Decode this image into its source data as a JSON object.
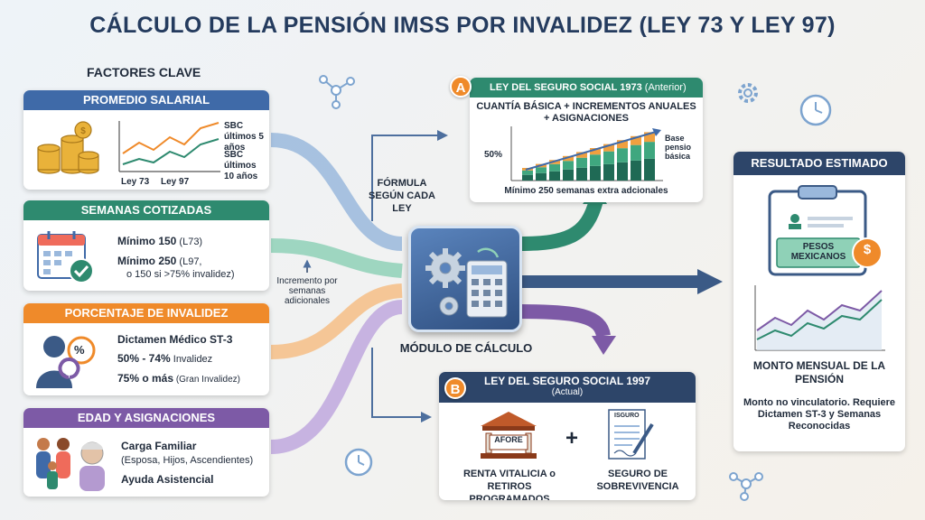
{
  "title": "CÁLCULO DE LA PENSIÓN IMSS POR INVALIDEZ (LEY 73 Y LEY 97)",
  "factores_label": "FACTORES CLAVE",
  "promedio": {
    "header": "PROMEDIO SALARIAL",
    "legend1": "SBC últimos 5 años",
    "legend2": "SBC últimos 10 años",
    "axis_l73": "Ley 73",
    "axis_l97": "Ley 97"
  },
  "semanas": {
    "header": "SEMANAS COTIZADAS",
    "line1_bold": "Mínimo 150",
    "line1_rest": " (L73)",
    "line2_bold": "Mínimo 250",
    "line2_rest": " (L97,",
    "line3": "o 150 si >75% invalidez)"
  },
  "porcentaje": {
    "header": "PORCENTAJE DE INVALIDEZ",
    "line1": "Dictamen Médico ST-3",
    "line2_bold": "50% - 74%",
    "line2_rest": " Invalidez",
    "line3_bold": "75% o más",
    "line3_rest": " (Gran Invalidez)",
    "icon_symbol": "%"
  },
  "edad": {
    "header": "EDAD Y ASIGNACIONES",
    "line1": "Carga Familiar",
    "line2": "(Esposa, Hijos, Ascendientes)",
    "line3": "Ayuda Asistencial"
  },
  "center": {
    "formula": "FÓRMULA SEGÚN CADA LEY",
    "incremento": "Incremento por semanas adicionales",
    "modulo": "MÓDULO DE CÁLCULO"
  },
  "ley73": {
    "badge": "A",
    "header_main": "LEY DEL SEGURO SOCIAL 1973",
    "header_sub": " (Anterior)",
    "subtitle1": "CUANTÍA BÁSICA + INCREMENTOS ANUALES",
    "subtitle2": "+ ASIGNACIONES",
    "pct": "50%",
    "base_label": "Base pensio básica",
    "minimo": "Mínimo 250 semanas extra adcionales"
  },
  "ley97": {
    "badge": "B",
    "header_main": "LEY DEL SEGURO SOCIAL 1997",
    "header_sub": "(Actual)",
    "afore": "AFORE",
    "plus": "+",
    "doc_label": "ISGURO",
    "left_caption": "RENTA VITALICIA o RETIROS PROGRAMADOS",
    "right_caption": "SEGURO DE SOBREVIVENCIA"
  },
  "resultado": {
    "header": "RESULTADO ESTIMADO",
    "pesos": "PESOS MEXICANOS",
    "dollar": "$",
    "monto": "MONTO MENSUAL DE LA PENSIÓN",
    "nota": "Monto no vinculatorio. Requiere Dictamen ST-3 y Semanas Reconocidas"
  },
  "colors": {
    "blue": "#3f6aa8",
    "green": "#2e8a6f",
    "orange": "#ef8a2a",
    "purple": "#7d5aa6",
    "navy": "#2d4569"
  }
}
